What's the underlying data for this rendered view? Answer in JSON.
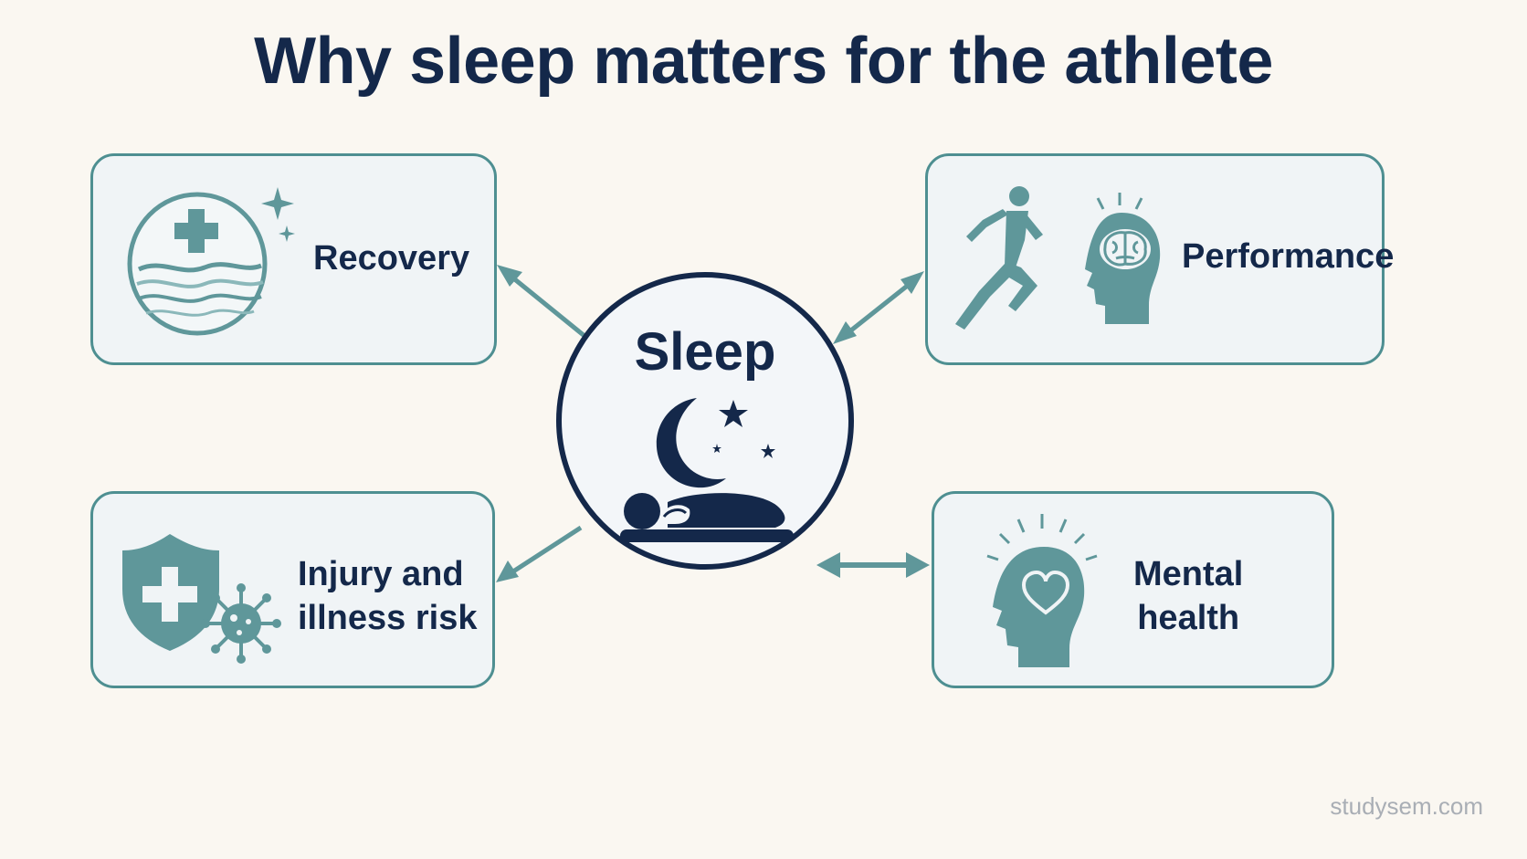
{
  "title": "Why sleep matters for the athlete",
  "center": {
    "label": "Sleep",
    "icon": "sleeping-person-moon-icon"
  },
  "nodes": [
    {
      "id": "recovery",
      "label": "Recovery",
      "icon": "recovery-tissue-icon"
    },
    {
      "id": "performance",
      "label": "Performance",
      "icons": [
        "sprinter-icon",
        "brain-head-icon"
      ]
    },
    {
      "id": "injury",
      "label": "Injury and\nillness risk",
      "icons": [
        "shield-cross-icon",
        "virus-icon"
      ]
    },
    {
      "id": "mental",
      "label": "Mental\nhealth",
      "icon": "heart-head-icon"
    }
  ],
  "connectors": [
    {
      "from": "center",
      "to": "recovery",
      "direction": "to-node"
    },
    {
      "from": "center",
      "to": "performance",
      "direction": "both"
    },
    {
      "from": "center",
      "to": "injury",
      "direction": "to-node"
    },
    {
      "from": "center",
      "to": "mental",
      "direction": "both"
    }
  ],
  "colors": {
    "navy": "#14284a",
    "teal": "#4e8f91",
    "teal_fill": "#5f979a",
    "background": "#faf7f1",
    "box_fill": "#f0f4f6"
  },
  "watermark": "studysem.com"
}
